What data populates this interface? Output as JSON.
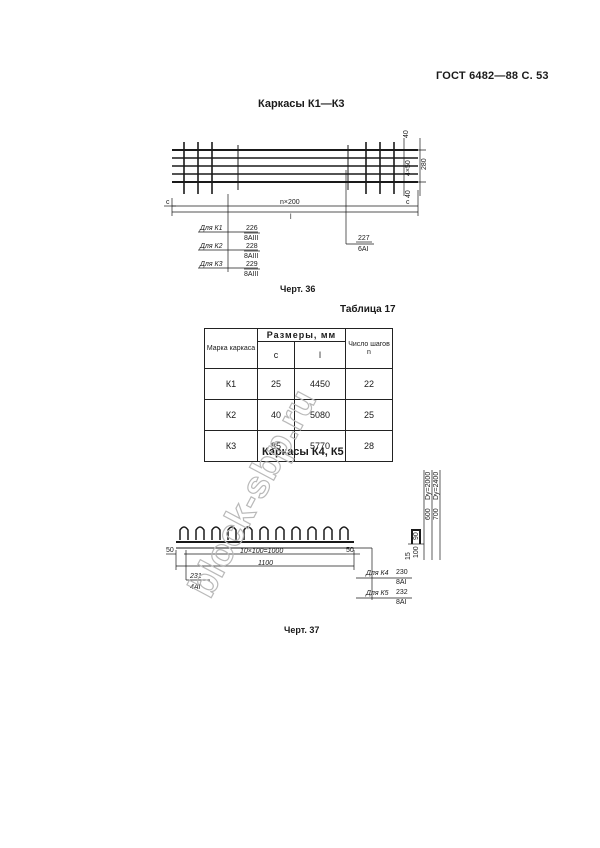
{
  "header": {
    "ref": "ГОСТ 6482—88 С. 53"
  },
  "section1": {
    "title": "Каркасы К1—К3"
  },
  "figure36": {
    "caption": "Черт. 36",
    "dims": {
      "top": "40",
      "mid": "4×50",
      "overall": "280",
      "bottom": "40",
      "c_left": "c",
      "c_right": "c",
      "spacing": "n×200",
      "length": "l"
    },
    "callouts": [
      {
        "label": "Для К1",
        "pos": "226",
        "spec": "8АIII"
      },
      {
        "label": "Для К2",
        "pos": "228",
        "spec": "8АIII"
      },
      {
        "label": "Для К3",
        "pos": "229",
        "spec": "8АIII"
      }
    ],
    "right_callout": {
      "pos": "227",
      "spec": "6АI"
    }
  },
  "table": {
    "title": "Таблица 17",
    "group_header": "Размеры, мм",
    "headers": {
      "mark": "Марка каркаса",
      "c": "c",
      "l": "l",
      "n": "Число шагов n"
    },
    "rows": [
      {
        "mark": "К1",
        "c": "25",
        "l": "4450",
        "n": "22"
      },
      {
        "mark": "К2",
        "c": "40",
        "l": "5080",
        "n": "25"
      },
      {
        "mark": "К3",
        "c": "85",
        "l": "5770",
        "n": "28"
      }
    ]
  },
  "section2": {
    "title": "Каркасы К4, К5"
  },
  "figure37": {
    "caption": "Черт. 37",
    "dims": {
      "left": "50",
      "right": "50",
      "spacing": "10×100=1000",
      "length": "1100",
      "side_a": "90",
      "side_b": "100",
      "side_c": "15",
      "side_d": "600",
      "side_e": "700",
      "side_f": "Dу=2000",
      "side_g": "Dу=2400"
    },
    "left_callout": {
      "pos": "231",
      "spec": "4АI"
    },
    "callouts": [
      {
        "label": "Для К4",
        "pos": "230",
        "spec": "8АI"
      },
      {
        "label": "Для К5",
        "pos": "232",
        "spec": "8АI"
      }
    ]
  },
  "watermark": {
    "text": "block-sbp.ru"
  }
}
